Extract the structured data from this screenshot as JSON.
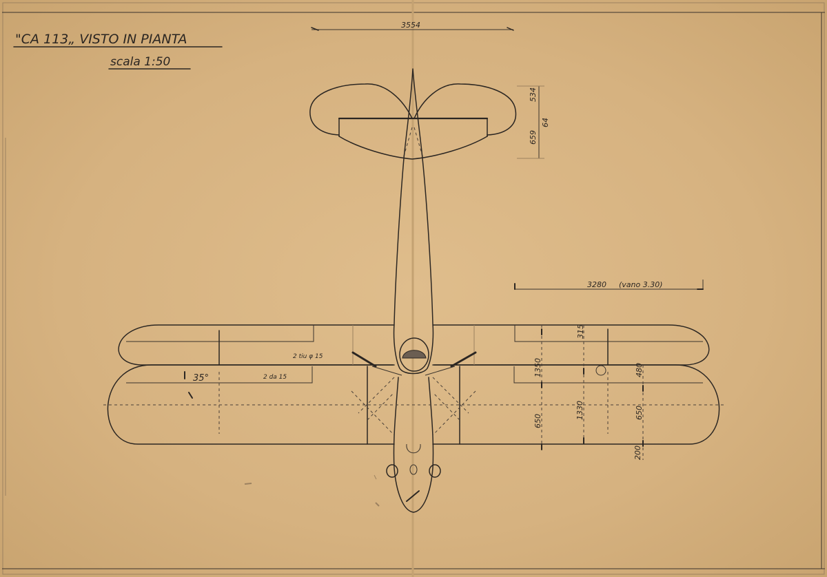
{
  "title": {
    "main": "\"CA 113„ VISTO IN PIANTA",
    "scale": "scala 1:50"
  },
  "dimensions": {
    "span_tail": "3554",
    "tail_chord_1": "534",
    "tail_chord_2": "64",
    "tail_chord_3": "659",
    "span_wing": "3280",
    "span_wing_note": "(vano 3.30)",
    "wing_315": "315",
    "wing_1350": "1350",
    "wing_480": "480",
    "wing_650_left": "650",
    "wing_1330": "1330",
    "wing_650_right": "650",
    "wing_200": "200",
    "angle": "35°"
  },
  "annotations": {
    "upper_strut": "2 tiu φ 15",
    "lower_strut": "2 da 15"
  },
  "colors": {
    "paper": "#d8b584",
    "ink": "#2b2622"
  }
}
